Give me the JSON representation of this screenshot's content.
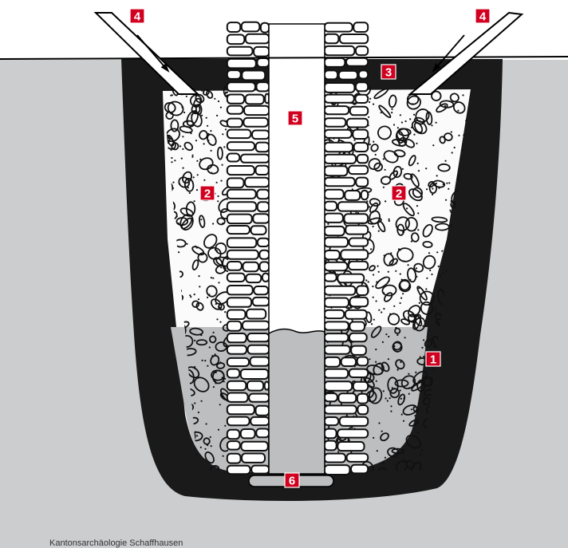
{
  "colors": {
    "ground": "#cccdcf",
    "seal_layer": "#1a1a1a",
    "backfill": "#fbfbfb",
    "water_zone": "#bdbec0",
    "stones_outline": "#111111",
    "shaft": "#ffffff",
    "marker": "#d1001f"
  },
  "markers": [
    {
      "id": "m1",
      "label": "1"
    },
    {
      "id": "m2a",
      "label": "2"
    },
    {
      "id": "m2b",
      "label": "2"
    },
    {
      "id": "m3",
      "label": "3"
    },
    {
      "id": "m4a",
      "label": "4"
    },
    {
      "id": "m4b",
      "label": "4"
    },
    {
      "id": "m5",
      "label": "5"
    },
    {
      "id": "m6",
      "label": "6"
    }
  ],
  "credit": "Kantonsarchäologie Schaffhausen"
}
